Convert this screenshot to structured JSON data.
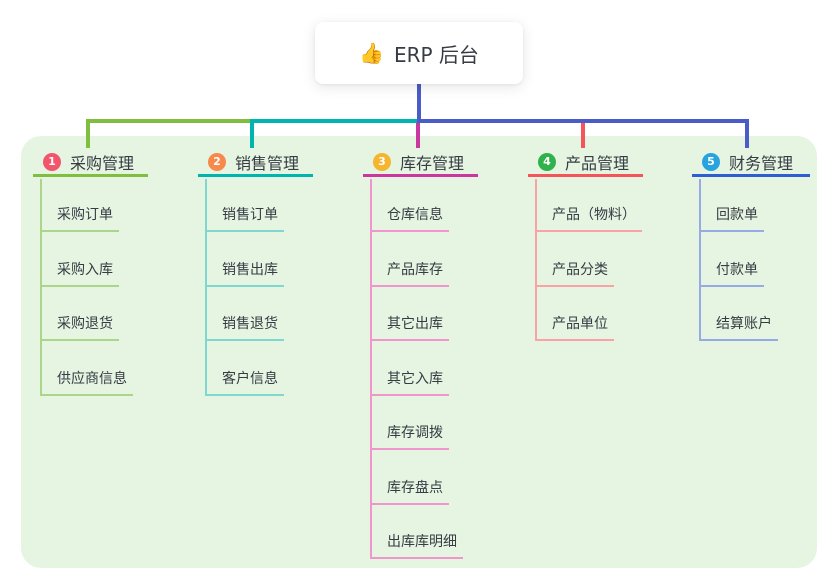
{
  "root": {
    "icon": "👍",
    "label": "ERP 后台"
  },
  "branches": [
    {
      "index": "1",
      "label": "采购管理",
      "badge_color": "#f2566d",
      "line_color": "#7fbe3f",
      "child_line_color": "#abd689",
      "children": [
        "采购订单",
        "采购入库",
        "采购退货",
        "供应商信息"
      ]
    },
    {
      "index": "2",
      "label": "销售管理",
      "badge_color": "#f7894a",
      "line_color": "#00b5ad",
      "child_line_color": "#7fd8d0",
      "children": [
        "销售订单",
        "销售出库",
        "销售退货",
        "客户信息"
      ]
    },
    {
      "index": "3",
      "label": "库存管理",
      "badge_color": "#f6b52e",
      "line_color": "#c9379f",
      "child_line_color": "#ef97cd",
      "children": [
        "仓库信息",
        "产品库存",
        "其它出库",
        "其它入库",
        "库存调拨",
        "库存盘点",
        "出库库明细"
      ]
    },
    {
      "index": "4",
      "label": "产品管理",
      "badge_color": "#2fb24c",
      "line_color": "#f4555a",
      "child_line_color": "#f9a3a6",
      "children": [
        "产品（物料）",
        "产品分类",
        "产品单位"
      ]
    },
    {
      "index": "5",
      "label": "财务管理",
      "badge_color": "#27a4e0",
      "line_color": "#2e5fd2",
      "child_line_color": "#96abe6",
      "children": [
        "回款单",
        "付款单",
        "结算账户"
      ]
    }
  ],
  "colors": {
    "panel_background": "#e6f5e2",
    "root_connector": "#4a5cc8",
    "text": "#363b44",
    "card_background": "#ffffff"
  }
}
